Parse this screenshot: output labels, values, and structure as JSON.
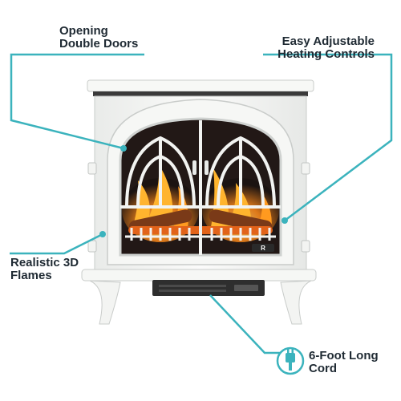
{
  "callouts": {
    "opening_doors": {
      "line1": "Opening",
      "line2": "Double Doors"
    },
    "heating_controls": {
      "line1": "Easy Adjustable",
      "line2": "Heating Controls"
    },
    "flames": {
      "line1": "Realistic 3D",
      "line2": "Flames"
    },
    "cord": {
      "line1": "6-Foot Long",
      "line2": "Cord"
    }
  },
  "product": {
    "brand_badge": "R"
  },
  "colors": {
    "accent": "#3bb3bd",
    "stove": "#f4f5f3",
    "outline": "#c9ccca",
    "flame": "#ff9a1f",
    "firebox": "#1a1210",
    "text": "#1f2a33"
  },
  "icons": {
    "cord": "plug-icon"
  }
}
